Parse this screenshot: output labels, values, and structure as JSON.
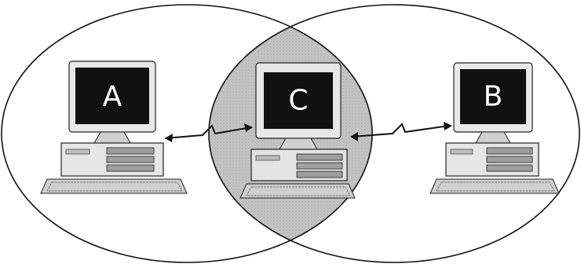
{
  "computers": [
    {
      "id": "A",
      "label": "A"
    },
    {
      "id": "C",
      "label": "C"
    },
    {
      "id": "B",
      "label": "B"
    }
  ],
  "colors": {
    "outline": "#111111",
    "overlap_fill": "#bdbdbd",
    "screen": "#111111",
    "casing": "#e9e9e9",
    "casing_shadow": "#bdbdbd"
  },
  "links": [
    {
      "from": "A",
      "to": "C",
      "style": "lightning-double-arrow"
    },
    {
      "from": "C",
      "to": "B",
      "style": "lightning-double-arrow"
    }
  ],
  "icons": [
    "desktop-computer-icon",
    "keyboard-icon",
    "double-arrow-icon"
  ]
}
